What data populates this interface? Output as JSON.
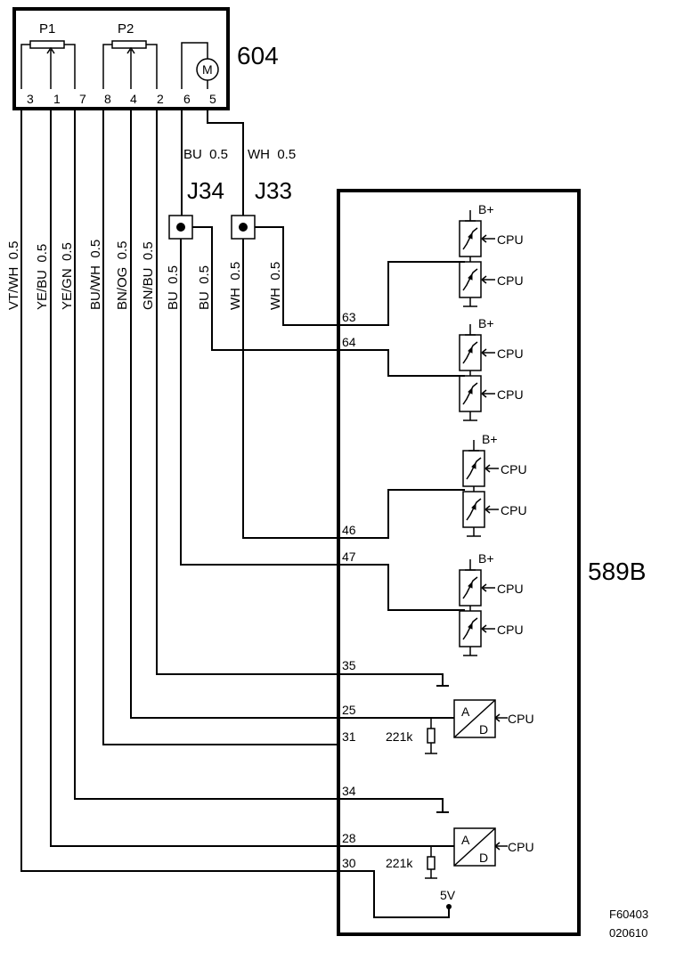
{
  "components": {
    "module_604": {
      "label": "604",
      "pot1": "P1",
      "pot2": "P2",
      "motor": "M",
      "pins": [
        "3",
        "1",
        "7",
        "8",
        "4",
        "2",
        "6",
        "5"
      ]
    },
    "module_589b": {
      "label": "589B"
    },
    "j34": "J34",
    "j33": "J33"
  },
  "wires": {
    "top": [
      "BU  0.5",
      "WH  0.5"
    ],
    "left": [
      "VT/WH  0.5",
      "YE/BU  0.5",
      "YE/GN  0.5",
      "BU/WH  0.5",
      "BN/OG  0.5",
      "GN/BU  0.5"
    ],
    "after_junction": [
      "BU  0.5",
      "BU  0.5",
      "WH  0.5",
      "WH  0.5"
    ]
  },
  "pins_589b": [
    "63",
    "64",
    "46",
    "47",
    "35",
    "25",
    "31",
    "34",
    "28",
    "30"
  ],
  "driver_labels": {
    "bplus": "B+",
    "cpu": "CPU"
  },
  "adc_labels": {
    "a": "A",
    "d": "D",
    "resistor": "221k",
    "supply": "5V"
  },
  "footer": {
    "figure": "F60403",
    "date": "020610"
  }
}
